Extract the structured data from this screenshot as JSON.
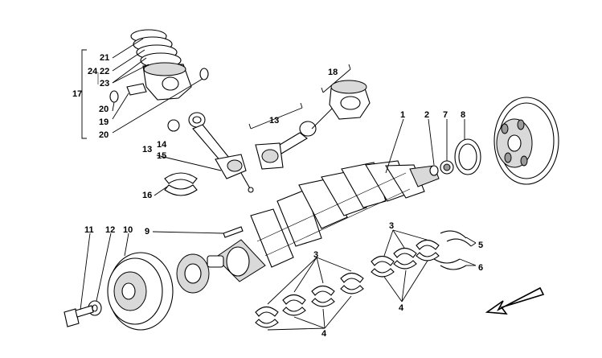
{
  "callouts": {
    "c1": "1",
    "c2": "2",
    "c3a": "3",
    "c3b": "3",
    "c4a": "4",
    "c4b": "4",
    "c5": "5",
    "c6": "6",
    "c7": "7",
    "c8": "8",
    "c9": "9",
    "c10": "10",
    "c11": "11",
    "c12": "12",
    "c13a": "13",
    "c13b": "13",
    "c14": "14",
    "c15": "15",
    "c16": "16",
    "c17": "17",
    "c18": "18",
    "c19": "19",
    "c20a": "20",
    "c20b": "20",
    "c21": "21",
    "c22": "22",
    "c23": "23",
    "c24": "24"
  },
  "icons": {
    "direction_arrow": "front-direction-arrow-icon"
  }
}
